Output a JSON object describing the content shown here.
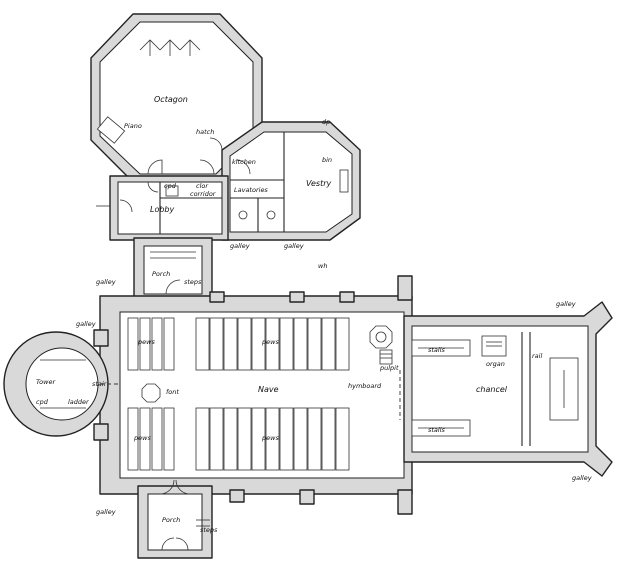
{
  "labels": {
    "octagon": "Octagon",
    "piano": "Piano",
    "hatch": "hatch",
    "kitchen": "kitchen",
    "vestry": "Vestry",
    "lavatories": "Lavatories",
    "clor": "clor",
    "corridor": "corridor",
    "cpd": "cpd",
    "lobby": "Lobby",
    "dp": "dp",
    "bin": "bin",
    "gallery": "galley",
    "porch": "Porch",
    "steps": "steps",
    "wh": "wh",
    "pews": "pews",
    "font": "font",
    "nave": "Nave",
    "tower": "Tower",
    "stair": "stair",
    "ladder": "ladder",
    "lobby_pulpit": "pulpit",
    "hymboard": "hymboard",
    "stalls": "stalls",
    "organ": "organ",
    "chancel": "chancel",
    "rail": "rail"
  }
}
